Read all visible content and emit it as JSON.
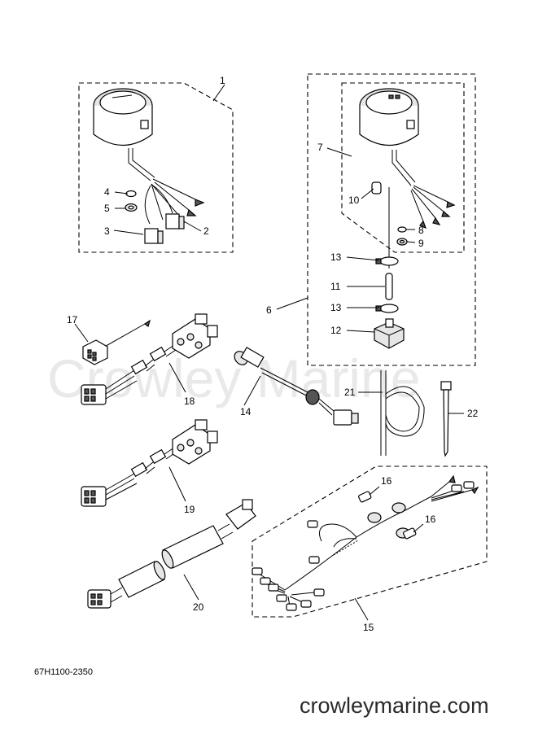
{
  "watermark": "Crowley Marine",
  "diagram_code": "67H1100-2350",
  "site_url": "crowleymarine.com",
  "callouts": {
    "c1": "1",
    "c2": "2",
    "c3": "3",
    "c4": "4",
    "c5": "5",
    "c6": "6",
    "c7": "7",
    "c8": "8",
    "c9": "9",
    "c10": "10",
    "c11": "11",
    "c12": "12",
    "c13a": "13",
    "c13b": "13",
    "c14": "14",
    "c15": "15",
    "c16a": "16",
    "c16b": "16",
    "c17": "17",
    "c18": "18",
    "c19": "19",
    "c20": "20",
    "c21": "21",
    "c22": "22"
  }
}
